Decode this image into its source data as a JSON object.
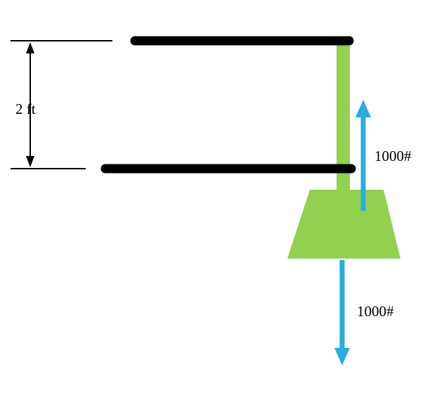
{
  "diagram": {
    "dimension_label": "2 ft",
    "force_up_label": "1000#",
    "force_down_label": "1000#"
  },
  "colors": {
    "beam_black": "#000000",
    "member_green": "#92d050",
    "arrow_blue": "#29abe2",
    "dimension_black": "#000000"
  }
}
